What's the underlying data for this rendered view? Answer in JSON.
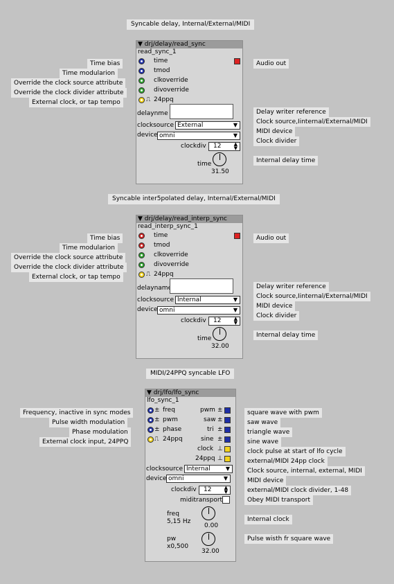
{
  "sections": [
    {
      "title": "Syncable delay, Internal/External/MIDI",
      "path": "drj/delay/read_sync",
      "name": "read_sync_1",
      "inputs": [
        "time",
        "tmod",
        "clkoverride",
        "divoverride",
        "24ppq"
      ],
      "outputs": [
        "Audio out"
      ],
      "left_labels": [
        "Time bias",
        "Time modularion",
        "Override the clock source attribute",
        "Override the clock divider attribute",
        "External clock, or tap tempo"
      ],
      "delayname_label": "delaynme",
      "clocksource_label": "clocksource",
      "clocksource_value": "External",
      "device_label": "device",
      "device_value": "omni",
      "clockdiv_label": "clockdiv",
      "clockdiv_value": "12",
      "time_label": "time",
      "time_value": "31.50",
      "right_labels": [
        "Delay writer reference",
        "Clock source,Iinternal/External/MIDI",
        "MIDI device",
        "Clock divider",
        "Internal delay time"
      ]
    },
    {
      "title": "Syncable inter5polated delay, Internal/External/MIDI",
      "path": "drj/delay/read_interp_sync",
      "name": "read_interp_sync_1",
      "inputs": [
        "time",
        "tmod",
        "clkoverride",
        "divoverride",
        "24ppq"
      ],
      "outputs": [
        "Audio out"
      ],
      "left_labels": [
        "Time bias",
        "Time modularion",
        "Override the clock source attribute",
        "Override the clock divider attribute",
        "External clock, or tap tempo"
      ],
      "delayname_label": "delayname",
      "clocksource_label": "clocksource",
      "clocksource_value": "Internal",
      "device_label": "device",
      "device_value": "omni",
      "clockdiv_label": "clockdiv",
      "clockdiv_value": "12",
      "time_label": "time",
      "time_value": "32.00",
      "right_labels": [
        "Delay writer reference",
        "Clock source,Iinternal/External/MIDI",
        "MIDI device",
        "Clock divider",
        "Internal delay time"
      ]
    }
  ],
  "lfo": {
    "title": "MIDI/24PPQ syncable LFO",
    "path": "drj/lfo/lfo_sync",
    "name": "lfo_sync_1",
    "inputs": [
      "freq",
      "pwm",
      "phase",
      "24ppq"
    ],
    "outputs": [
      "pwm",
      "saw",
      "tri",
      "sine",
      "clock",
      "24ppq"
    ],
    "left_labels": [
      "Frequency, inactive in sync modes",
      "Pulse width modulation",
      "Phase modulation",
      "External clock input, 24PPQ"
    ],
    "right_labels": [
      "square wave with pwm",
      "saw wave",
      "triangle wave",
      "sine wave",
      "clock pulse at start of lfo cycle",
      "external/MIDI 24pp clock",
      "Clock  source, internal, external, MIDI",
      "MIDI device",
      "external/MIDI clock divider, 1-48",
      "Obey MIDI transport",
      "Internal clock",
      "Pulse wisth fr square wave"
    ],
    "clocksource_label": "clocksource",
    "clocksource_value": "Internal",
    "device_label": "device",
    "device_value": "omni",
    "clockdiv_label": "clockdiv",
    "clockdiv_value": "12",
    "miditransport_label": "miditransport",
    "freq_label": "freq",
    "freq_sub": "5,15 Hz",
    "freq_value": "0.00",
    "pw_label": "pw",
    "pw_sub": "x0,500",
    "pw_value": "32.00"
  },
  "colors": {
    "background": "#c3c3c3",
    "label_bg": "#e6e6e6",
    "panel": "#d6d6d6",
    "header": "#9b9b9b"
  }
}
